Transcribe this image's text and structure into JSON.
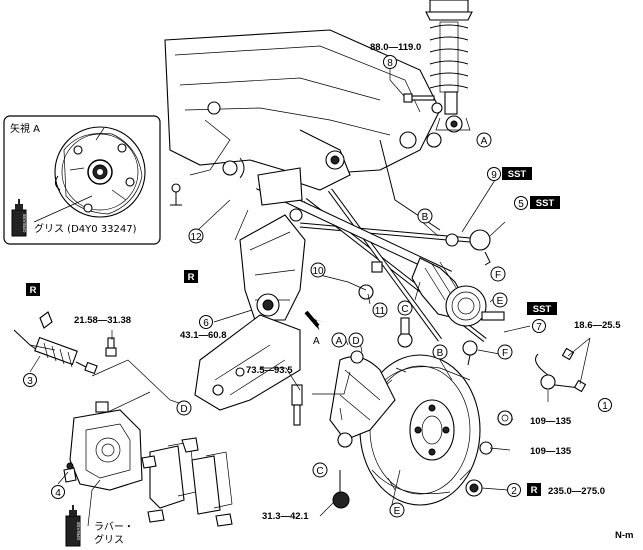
{
  "inset": {
    "title": "矢視 A",
    "grease_label": "グリス (D4Y0 33247)",
    "grease_can_label": "GREASE"
  },
  "callouts": [
    "1",
    "2",
    "3",
    "4",
    "5",
    "6",
    "7",
    "8",
    "9",
    "10",
    "11",
    "12"
  ],
  "letters": {
    "A": "A",
    "B": "B",
    "C": "C",
    "D": "D",
    "E": "E",
    "F": "F",
    "arrow_A": "A"
  },
  "badges": {
    "sst": "SST",
    "r": "R"
  },
  "torques": {
    "t8": "88.0—119.0",
    "t_brake": "21.58—31.38",
    "t6": "43.1—60.8",
    "t_knuckle": "73.5—93.5",
    "t_link": "18.6—25.5",
    "t_nut1": "109—135",
    "t_nut2": "109—135",
    "t2": "235.0—275.0",
    "t_bottom": "31.3—42.1"
  },
  "rubber_grease": {
    "line1": "ラバー・",
    "line2": "グリス",
    "can_label": "GREASE"
  },
  "page_code": "N-m"
}
